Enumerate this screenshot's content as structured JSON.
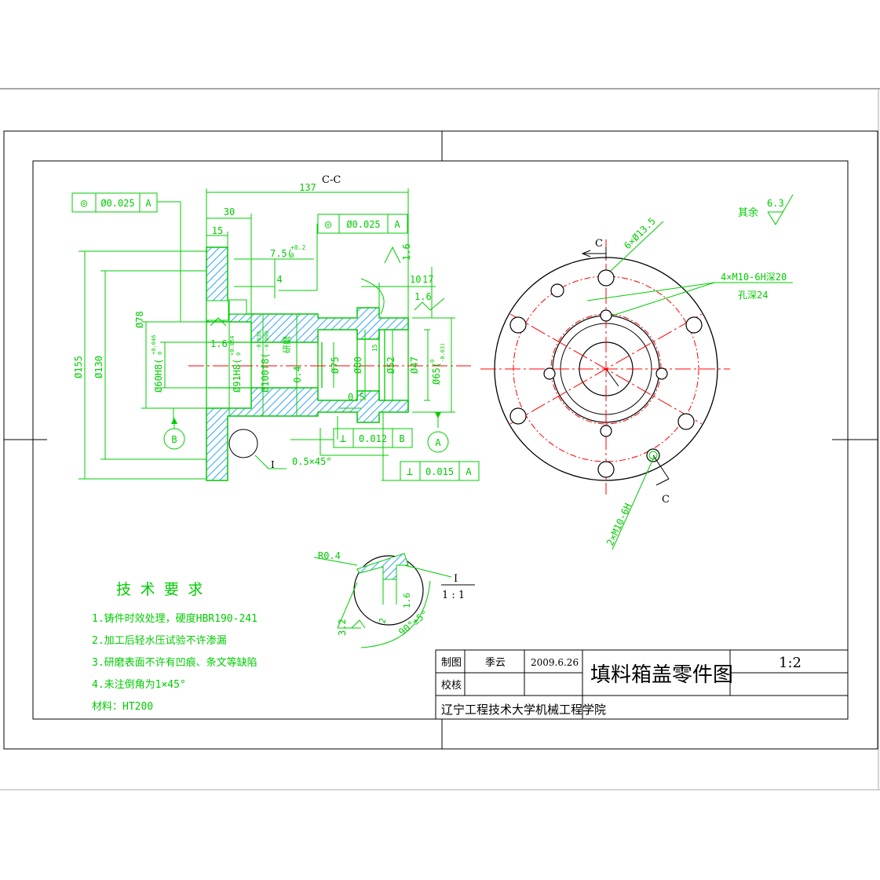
{
  "section": {
    "title": "C-C",
    "dims": {
      "d137": "137",
      "d30": "30",
      "d15": "15",
      "d7_5": "7.5(",
      "tol_p02": "+0.2",
      "tol_0a": "0",
      "d4": "4",
      "d10": "10",
      "d17": "17",
      "d16a": "1.6",
      "d16b": "1.6",
      "d16c": "1.6",
      "d155": "Ø155",
      "d130": "Ø130",
      "d78": "Ø78",
      "d60": "Ø60H8(",
      "tol60a": "+0.046",
      "tol60b": "0",
      "d91": "Ø91H8(",
      "tol91a": "+0.054",
      "tol91b": "0",
      "d100": "Ø100f8(",
      "tol100a": "-0.036",
      "tol100b": "-0.090",
      "yanmo": "研磨",
      "d04": "0.4",
      "d75": "Ø75",
      "d80": "Ø80",
      "d52": "Ø52",
      "d47": "Ø47",
      "d65": "Ø65(",
      "tol65a": "0",
      "tol65b": "-0.03)",
      "d05": "0.5",
      "chamfer": "0.5×45°",
      "d1_5": "15",
      "i_label": "I"
    },
    "fcf1": {
      "sym": "◎",
      "val": "Ø0.025",
      "datum": "A"
    },
    "fcf2": {
      "sym": "◎",
      "val": "Ø0.025",
      "datum": "A"
    },
    "fcf3": {
      "sym": "⊥",
      "val": "0.012",
      "datum": "B"
    },
    "fcf4": {
      "sym": "⊥",
      "val": "0.015",
      "datum": "A"
    },
    "datum_b": "B",
    "datum_a": "A"
  },
  "top_view": {
    "c_top": "C",
    "c_bottom": "C",
    "holes1": "6×Ø13.5",
    "holes2": "4×M10-6H深20",
    "holes2b": "孔深24",
    "holes3": "2×M10-6H"
  },
  "roughness": {
    "label": "其余",
    "value": "6.3"
  },
  "detail": {
    "r": "R0.4",
    "label": "I",
    "scale": "1 : 1",
    "d32": "3.2",
    "d2": "2",
    "d16": "1.6",
    "angle": "90°±5°"
  },
  "tech": {
    "heading": "技 术 要 求",
    "items": [
      "1.铸件时效处理，硬度HBR190-241",
      "2.加工后轻水压试验不许渗漏",
      "3.研磨表面不许有凹痕、条文等缺陷",
      "4.未注倒角为1×45°",
      "材料：HT200"
    ]
  },
  "title_block": {
    "drawn_label": "制图",
    "drawn_name": "季云",
    "date": "2009.6.26",
    "check_label": "校核",
    "title": "填料箱盖零件图",
    "scale": "1:2",
    "institution": "辽宁工程技术大学机械工程学院"
  }
}
